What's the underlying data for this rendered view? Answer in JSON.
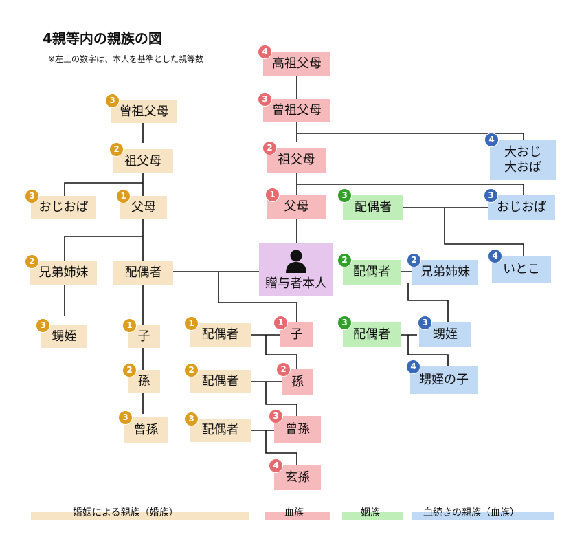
{
  "title": "4親等内の親族の図",
  "subtitle": "※左上の数字は、本人を基準とした親等数",
  "colors": {
    "tan": "#f6e4c4",
    "pink": "#f6b9bc",
    "green": "#bfeeb9",
    "blue": "#c0d9f4",
    "self": "#e7c6ed"
  },
  "nodes": {
    "koso": {
      "label": "高祖父母",
      "degree": "4"
    },
    "sousou_b": {
      "label": "曾祖父母",
      "degree": "3"
    },
    "sou_t": {
      "label": "曾祖父母",
      "degree": "3"
    },
    "sofu_t": {
      "label": "祖父母",
      "degree": "2"
    },
    "sofu_b": {
      "label": "祖父母",
      "degree": "2"
    },
    "daioji": {
      "label1": "大おじ",
      "label2": "大おば",
      "degree": "4"
    },
    "ojioba_t": {
      "label": "おじおば",
      "degree": "3"
    },
    "fubo_t": {
      "label": "父母",
      "degree": "1"
    },
    "fubo_b": {
      "label": "父母",
      "degree": "1"
    },
    "haigu_g1": {
      "label": "配偶者",
      "degree": "3"
    },
    "ojioba_b": {
      "label": "おじおば",
      "degree": "3"
    },
    "kyodai_t": {
      "label": "兄弟姉妹",
      "degree": "2"
    },
    "haigu_t": {
      "label": "配偶者"
    },
    "self": {
      "label": "贈与者本人"
    },
    "haigu_g2": {
      "label": "配偶者",
      "degree": "2"
    },
    "kyodai_b": {
      "label": "兄弟姉妹",
      "degree": "2"
    },
    "itoko": {
      "label": "いとこ",
      "degree": "4"
    },
    "oimei_t": {
      "label": "甥姪",
      "degree": "3"
    },
    "ko_t": {
      "label": "子",
      "degree": "1"
    },
    "haigu_1": {
      "label": "配偶者",
      "degree": "1"
    },
    "ko_p": {
      "label": "子",
      "degree": "1"
    },
    "haigu_g3": {
      "label": "配偶者",
      "degree": "3"
    },
    "oimei_b": {
      "label": "甥姪",
      "degree": "3"
    },
    "mago_t": {
      "label": "孫",
      "degree": "2"
    },
    "haigu_2": {
      "label": "配偶者",
      "degree": "2"
    },
    "mago_p": {
      "label": "孫",
      "degree": "2"
    },
    "oimeiko": {
      "label": "甥姪の子",
      "degree": "4"
    },
    "hima_t": {
      "label": "曾孫",
      "degree": "3"
    },
    "haigu_3": {
      "label": "配偶者",
      "degree": "3"
    },
    "hima_p": {
      "label": "曾孫",
      "degree": "3"
    },
    "genson": {
      "label": "玄孫",
      "degree": "4"
    }
  },
  "legend": {
    "in_law_marriage": "婚姻による親族（婚族）",
    "blood": "血族",
    "affinity": "姻族",
    "blood_relatives": "血続きの親族（血族）"
  }
}
